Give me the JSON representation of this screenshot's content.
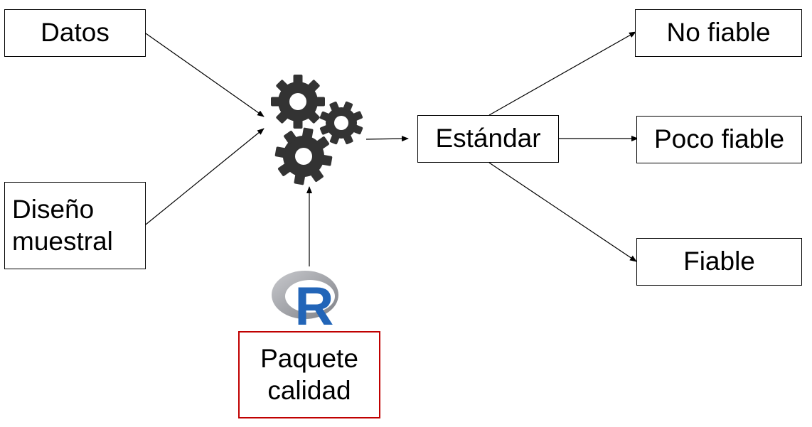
{
  "inputs": {
    "datos": "Datos",
    "diseno_line1": "Diseño",
    "diseno_line2": "muestral"
  },
  "package": {
    "line1": "Paquete",
    "line2": "calidad",
    "logo_letter": "R"
  },
  "process": {
    "standard": "Estándar"
  },
  "outputs": {
    "no_fiable": "No fiable",
    "poco_fiable": "Poco fiable",
    "fiable": "Fiable"
  },
  "icons": {
    "process": "gears-icon",
    "package_logo": "r-logo-icon"
  },
  "colors": {
    "box_border": "#000000",
    "package_border": "#c00000",
    "gear_fill": "#333333",
    "r_letter": "#2265b8",
    "r_ring": "#9a9ca2"
  }
}
